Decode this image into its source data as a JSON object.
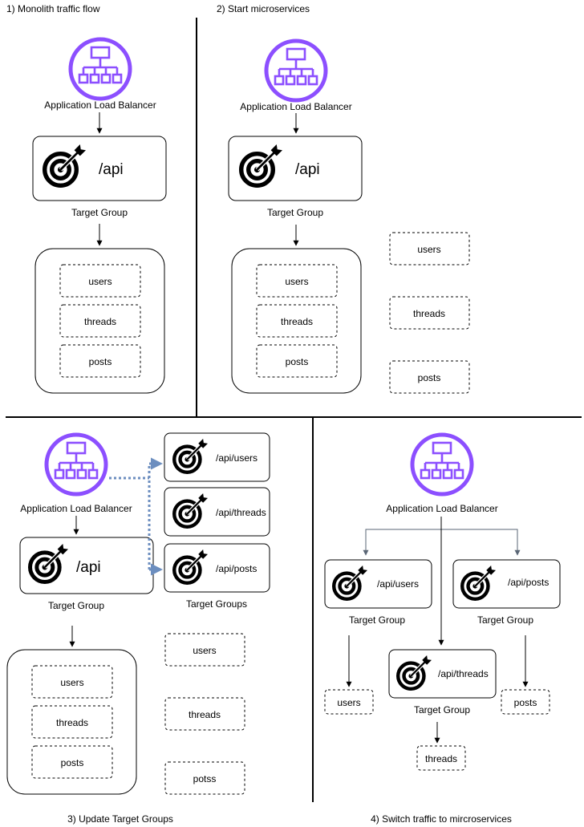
{
  "sections": {
    "s1": "1) Monolith traffic flow",
    "s2": "2) Start microservices",
    "s3": "3) Update Target Groups",
    "s4": "4) Switch traffic to mircroservices"
  },
  "alb_label": "Application Load Balancer",
  "target_group_label": "Target Group",
  "target_groups_label": "Target Groups",
  "paths": {
    "api": "/api",
    "users": "/api/users",
    "threads": "/api/threads",
    "posts": "/api/posts"
  },
  "services": {
    "users": "users",
    "threads": "threads",
    "posts": "posts",
    "potss": "potss"
  },
  "colors": {
    "alb_purple": "#8c4fff",
    "dotted_arrow": "#6c8ebf",
    "gray_arrow": "#5a6675"
  },
  "icons": [
    "load-balancer-icon",
    "target-icon"
  ]
}
